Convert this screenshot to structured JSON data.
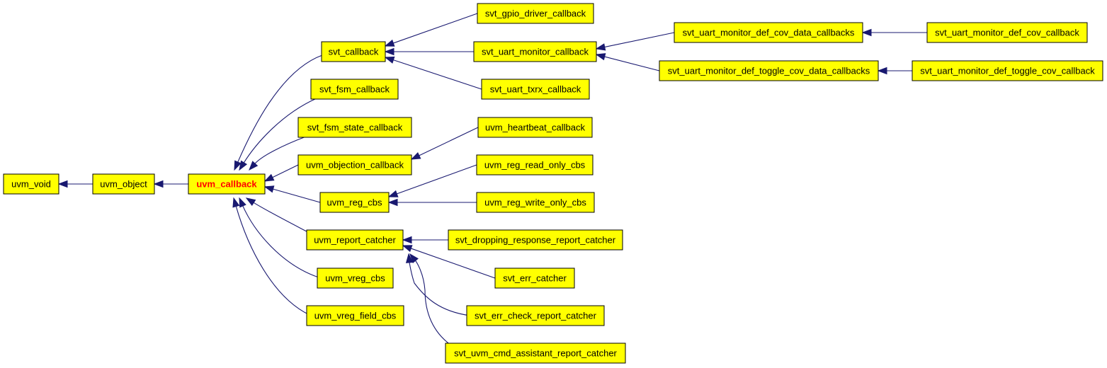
{
  "colors": {
    "node_fill": "#ffff00",
    "node_border": "#000000",
    "edge": "#191970",
    "highlight_text": "#ff0000"
  },
  "nodes": {
    "uvm_void": {
      "label": "uvm_void"
    },
    "uvm_object": {
      "label": "uvm_object"
    },
    "uvm_callback": {
      "label": "uvm_callback",
      "highlight": true
    },
    "svt_callback": {
      "label": "svt_callback"
    },
    "svt_fsm_callback": {
      "label": "svt_fsm_callback"
    },
    "svt_fsm_state_callback": {
      "label": "svt_fsm_state_callback"
    },
    "uvm_objection_callback": {
      "label": "uvm_objection_callback"
    },
    "uvm_reg_cbs": {
      "label": "uvm_reg_cbs"
    },
    "uvm_report_catcher": {
      "label": "uvm_report_catcher"
    },
    "uvm_vreg_cbs": {
      "label": "uvm_vreg_cbs"
    },
    "uvm_vreg_field_cbs": {
      "label": "uvm_vreg_field_cbs"
    },
    "svt_gpio_driver_callback": {
      "label": "svt_gpio_driver_callback"
    },
    "svt_uart_monitor_callback": {
      "label": "svt_uart_monitor_callback"
    },
    "svt_uart_txrx_callback": {
      "label": "svt_uart_txrx_callback"
    },
    "uvm_heartbeat_callback": {
      "label": "uvm_heartbeat_callback"
    },
    "uvm_reg_read_only_cbs": {
      "label": "uvm_reg_read_only_cbs"
    },
    "uvm_reg_write_only_cbs": {
      "label": "uvm_reg_write_only_cbs"
    },
    "svt_dropping_response_report_catcher": {
      "label": "svt_dropping_response_report_catcher"
    },
    "svt_err_catcher": {
      "label": "svt_err_catcher"
    },
    "svt_err_check_report_catcher": {
      "label": "svt_err_check_report_catcher"
    },
    "svt_uvm_cmd_assistant_report_catcher": {
      "label": "svt_uvm_cmd_assistant_report_catcher"
    },
    "svt_uart_monitor_def_cov_data_callbacks": {
      "label": "svt_uart_monitor_def_cov_data_callbacks"
    },
    "svt_uart_monitor_def_toggle_cov_data_callbacks": {
      "label": "svt_uart_monitor_def_toggle_cov_data_callbacks"
    },
    "svt_uart_monitor_def_cov_callback": {
      "label": "svt_uart_monitor_def_cov_callback"
    },
    "svt_uart_monitor_def_toggle_cov_callback": {
      "label": "svt_uart_monitor_def_toggle_cov_callback"
    }
  },
  "edges": [
    {
      "from": "uvm_object",
      "to": "uvm_void"
    },
    {
      "from": "uvm_callback",
      "to": "uvm_object"
    },
    {
      "from": "svt_callback",
      "to": "uvm_callback"
    },
    {
      "from": "svt_fsm_callback",
      "to": "uvm_callback"
    },
    {
      "from": "svt_fsm_state_callback",
      "to": "uvm_callback"
    },
    {
      "from": "uvm_objection_callback",
      "to": "uvm_callback"
    },
    {
      "from": "uvm_reg_cbs",
      "to": "uvm_callback"
    },
    {
      "from": "uvm_report_catcher",
      "to": "uvm_callback"
    },
    {
      "from": "uvm_vreg_cbs",
      "to": "uvm_callback"
    },
    {
      "from": "uvm_vreg_field_cbs",
      "to": "uvm_callback"
    },
    {
      "from": "svt_gpio_driver_callback",
      "to": "svt_callback"
    },
    {
      "from": "svt_uart_monitor_callback",
      "to": "svt_callback"
    },
    {
      "from": "svt_uart_txrx_callback",
      "to": "svt_callback"
    },
    {
      "from": "uvm_heartbeat_callback",
      "to": "uvm_objection_callback"
    },
    {
      "from": "uvm_reg_read_only_cbs",
      "to": "uvm_reg_cbs"
    },
    {
      "from": "uvm_reg_write_only_cbs",
      "to": "uvm_reg_cbs"
    },
    {
      "from": "svt_dropping_response_report_catcher",
      "to": "uvm_report_catcher"
    },
    {
      "from": "svt_err_catcher",
      "to": "uvm_report_catcher"
    },
    {
      "from": "svt_err_check_report_catcher",
      "to": "uvm_report_catcher"
    },
    {
      "from": "svt_uvm_cmd_assistant_report_catcher",
      "to": "uvm_report_catcher"
    },
    {
      "from": "svt_uart_monitor_def_cov_data_callbacks",
      "to": "svt_uart_monitor_callback"
    },
    {
      "from": "svt_uart_monitor_def_toggle_cov_data_callbacks",
      "to": "svt_uart_monitor_callback"
    },
    {
      "from": "svt_uart_monitor_def_cov_callback",
      "to": "svt_uart_monitor_def_cov_data_callbacks"
    },
    {
      "from": "svt_uart_monitor_def_toggle_cov_callback",
      "to": "svt_uart_monitor_def_toggle_cov_data_callbacks"
    }
  ]
}
